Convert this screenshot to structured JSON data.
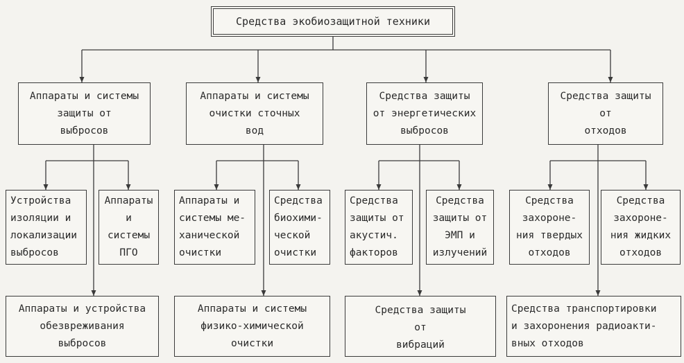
{
  "diagram": {
    "root": "Средства экобиозащитной техники",
    "groups": [
      {
        "title": "Аппараты и системы\nзащиты от\nвыбросов",
        "left_child": "Устройства\nизоляции и\nлокализации\nвыбросов",
        "right_child": "Аппараты\nи\nсистемы\nПГО",
        "bottom_child": "Аппараты и устройства\nобезвреживания\nвыбросов"
      },
      {
        "title": "Аппараты и системы\nочистки сточных\nвод",
        "left_child": "Аппараты и\nсистемы ме-\nханической\nочистки",
        "right_child": "Средства\nбиохими-\nческой\nочистки",
        "bottom_child": "Аппараты и системы\nфизико-химической\nочистки"
      },
      {
        "title": "Средства защиты\nот энергетических\nвыбросов",
        "left_child": "Средства\nзащиты от\nакустич.\nфакторов",
        "right_child": "Средства\nзащиты от\nЭМП и\nизлучений",
        "bottom_child": "Средства защиты\nот\nвибраций"
      },
      {
        "title": "Средства защиты\nот\nотходов",
        "left_child": "Средства\nзахороне-\nния твердых\nотходов",
        "right_child": "Средства\nзахороне-\nния жидких\nотходов",
        "bottom_child": "Средства транспортировки\nи захоронения радиоакти-\nвных отходов"
      }
    ]
  }
}
